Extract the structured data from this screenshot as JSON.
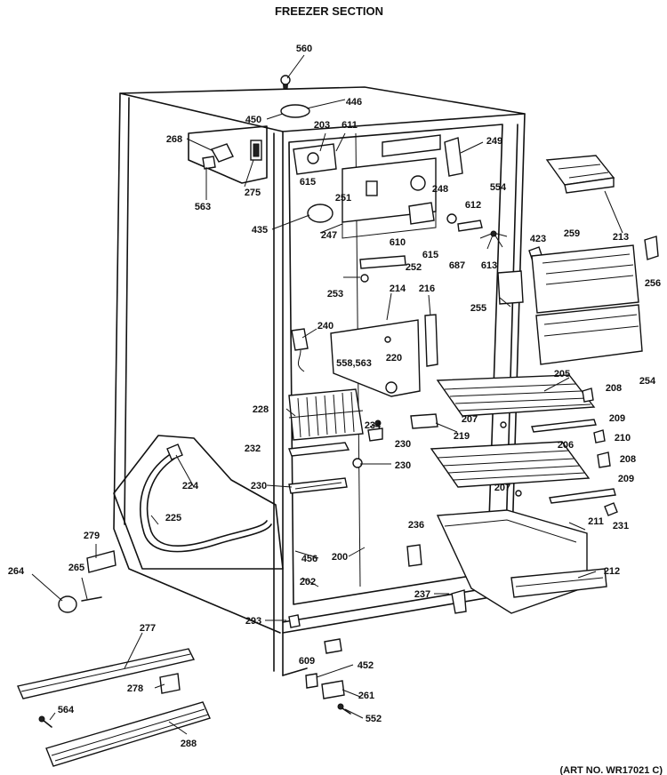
{
  "title": "FREEZER SECTION",
  "title_partial": "",
  "art_no": "(ART NO. WR17021 C)",
  "parts": [
    {
      "id": "p560",
      "label": "560"
    },
    {
      "id": "p446",
      "label": "446"
    },
    {
      "id": "p450",
      "label": "450"
    },
    {
      "id": "p203",
      "label": "203"
    },
    {
      "id": "p611",
      "label": "611"
    },
    {
      "id": "p268",
      "label": "268"
    },
    {
      "id": "p249",
      "label": "249"
    },
    {
      "id": "p615a",
      "label": "615"
    },
    {
      "id": "p248",
      "label": "248"
    },
    {
      "id": "p554",
      "label": "554"
    },
    {
      "id": "p275",
      "label": "275"
    },
    {
      "id": "p251",
      "label": "251"
    },
    {
      "id": "p563",
      "label": "563"
    },
    {
      "id": "p612",
      "label": "612"
    },
    {
      "id": "p213",
      "label": "213"
    },
    {
      "id": "p435",
      "label": "435"
    },
    {
      "id": "p247",
      "label": "247"
    },
    {
      "id": "p610",
      "label": "610"
    },
    {
      "id": "p615b",
      "label": "615"
    },
    {
      "id": "p687",
      "label": "687"
    },
    {
      "id": "p613",
      "label": "613"
    },
    {
      "id": "p423",
      "label": "423"
    },
    {
      "id": "p259",
      "label": "259"
    },
    {
      "id": "p256",
      "label": "256"
    },
    {
      "id": "p252",
      "label": "252"
    },
    {
      "id": "p214",
      "label": "214"
    },
    {
      "id": "p216",
      "label": "216"
    },
    {
      "id": "p253",
      "label": "253"
    },
    {
      "id": "p255",
      "label": "255"
    },
    {
      "id": "p240",
      "label": "240"
    },
    {
      "id": "p558",
      "label": "558,563"
    },
    {
      "id": "p220",
      "label": "220"
    },
    {
      "id": "p254",
      "label": "254"
    },
    {
      "id": "p205",
      "label": "205"
    },
    {
      "id": "p208a",
      "label": "208"
    },
    {
      "id": "p228",
      "label": "228"
    },
    {
      "id": "p234",
      "label": "234"
    },
    {
      "id": "p207a",
      "label": "207"
    },
    {
      "id": "p209a",
      "label": "209"
    },
    {
      "id": "p219",
      "label": "219"
    },
    {
      "id": "p230a",
      "label": "230"
    },
    {
      "id": "p210",
      "label": "210"
    },
    {
      "id": "p232",
      "label": "232"
    },
    {
      "id": "p206",
      "label": "206"
    },
    {
      "id": "p208b",
      "label": "208"
    },
    {
      "id": "p230b",
      "label": "230"
    },
    {
      "id": "p224",
      "label": "224"
    },
    {
      "id": "p209b",
      "label": "209"
    },
    {
      "id": "p230c",
      "label": "230"
    },
    {
      "id": "p207b",
      "label": "207"
    },
    {
      "id": "p231",
      "label": "231"
    },
    {
      "id": "p225",
      "label": "225"
    },
    {
      "id": "p211",
      "label": "211"
    },
    {
      "id": "p236",
      "label": "236"
    },
    {
      "id": "p279",
      "label": "279"
    },
    {
      "id": "p456",
      "label": "456"
    },
    {
      "id": "p200",
      "label": "200"
    },
    {
      "id": "p212",
      "label": "212"
    },
    {
      "id": "p264",
      "label": "264"
    },
    {
      "id": "p265",
      "label": "265"
    },
    {
      "id": "p202",
      "label": "202"
    },
    {
      "id": "p237",
      "label": "237"
    },
    {
      "id": "p293",
      "label": "293"
    },
    {
      "id": "p277",
      "label": "277"
    },
    {
      "id": "p609",
      "label": "609"
    },
    {
      "id": "p452",
      "label": "452"
    },
    {
      "id": "p278",
      "label": "278"
    },
    {
      "id": "p261",
      "label": "261"
    },
    {
      "id": "p564",
      "label": "564"
    },
    {
      "id": "p552",
      "label": "552"
    },
    {
      "id": "p288",
      "label": "288"
    }
  ]
}
